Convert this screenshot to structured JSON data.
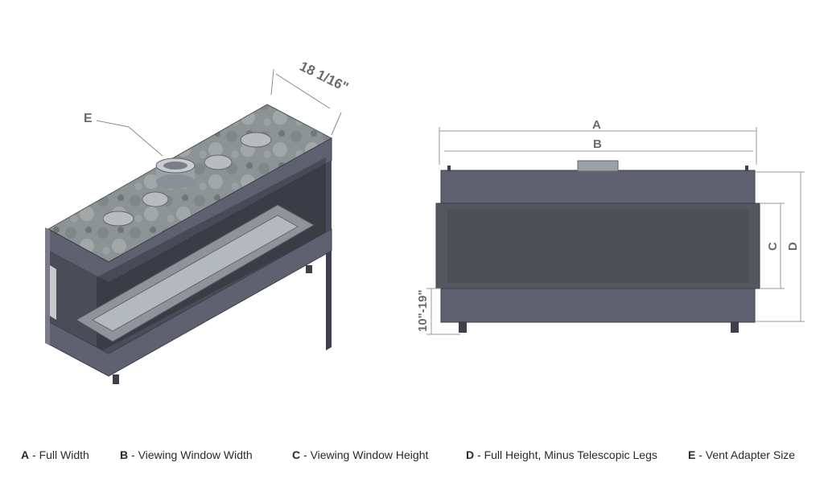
{
  "diagram": {
    "labels": {
      "depth": "18 1/16\"",
      "vent": "E",
      "full_width": "A",
      "window_width": "B",
      "window_height": "C",
      "full_height": "D",
      "legs": "10\"-19\""
    },
    "colors": {
      "steel": "#5f6170",
      "steel_dark": "#3d3f4c",
      "steel_light": "#7a7c8a",
      "top_plate": "#8e9596",
      "glass": "#2f3138",
      "dimension_line": "#9a9a9a"
    }
  },
  "legend": {
    "a": {
      "key": "A",
      "text": " - Full Width"
    },
    "b": {
      "key": "B",
      "text": " - Viewing Window Width"
    },
    "c": {
      "key": "C",
      "text": " - Viewing Window Height"
    },
    "d": {
      "key": "D",
      "text": " - Full Height, Minus Telescopic Legs"
    },
    "e": {
      "key": "E",
      "text": " - Vent Adapter Size"
    }
  }
}
